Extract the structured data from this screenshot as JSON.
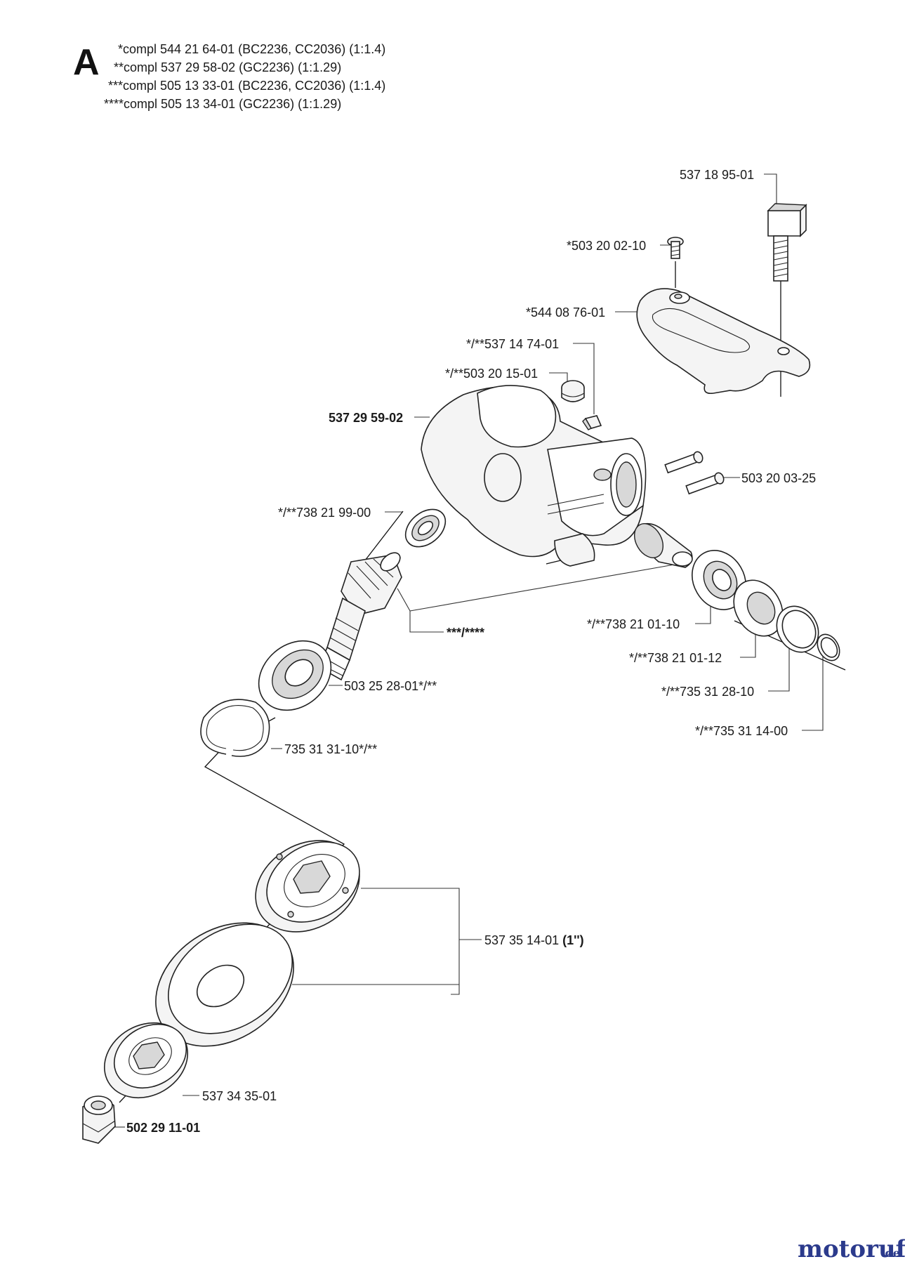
{
  "header": {
    "section_letter": "A",
    "notes": [
      "*compl 544 21 64-01 (BC2236, CC2036) (1:1.4)",
      "**compl 537 29 58-02 (GC2236) (1:1.29)",
      "***compl 505 13 33-01 (BC2236, CC2036) (1:1.4)",
      "****compl 505 13 34-01 (GC2236) (1:1.29)"
    ]
  },
  "parts": {
    "clamp_screw": "537 18 95-01",
    "cover_screw": "*503 20 02-10",
    "cover": "*544 08 76-01",
    "key": "*/**537 14 74-01",
    "plug": "*/**503 20 15-01",
    "gear_housing": "537 29 59-02",
    "screws": "503 20 03-25",
    "small_bearing": "*/**738 21 99-00",
    "output_shaft": "***/****",
    "bearing_1": "*/**738 21 01-10",
    "bearing_2": "*/**738 21 01-12",
    "ring_1": "*/**735 31 28-10",
    "ring_2": "*/**735 31 14-00",
    "main_bearing": "503 25 28-01*/**",
    "circlip": "735 31 31-10*/**",
    "blade_kit_number": "537 35 14-01",
    "blade_kit_size": "(1'')",
    "support_cup": "537 34 35-01",
    "nut": "502 29 11-01"
  },
  "watermark": {
    "text": "motoruf",
    "suffix": ".de",
    "color": "#2b3a8c"
  }
}
